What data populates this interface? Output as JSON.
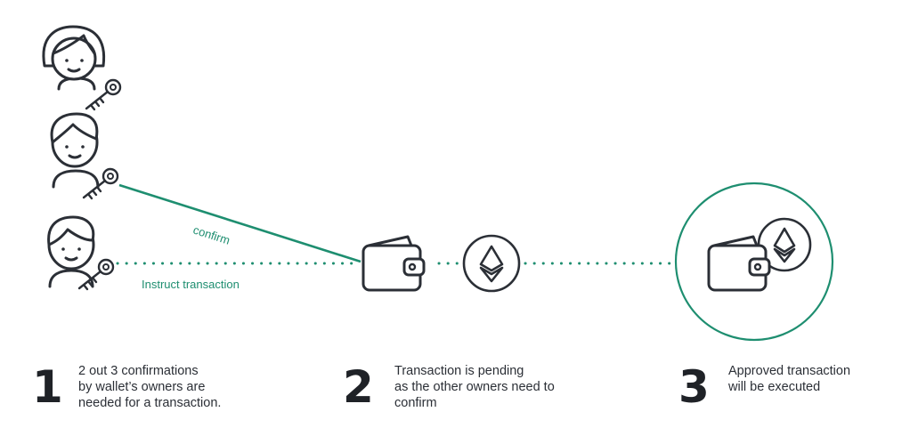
{
  "diagram": {
    "connector_labels": {
      "confirm": "confirm",
      "instruct": "Instruct transaction"
    },
    "colors": {
      "accent": "#1e8e70",
      "outline": "#2b2f36",
      "background": "#ffffff"
    },
    "icons": [
      "woman-avatar-icon",
      "man-avatar-icon",
      "man-avatar-icon",
      "key-icon",
      "wallet-icon",
      "ethereum-icon"
    ]
  },
  "steps": [
    {
      "number": "1",
      "lines": [
        "2 out 3 confirmations",
        "by wallet’s owners are",
        "needed for a transaction."
      ]
    },
    {
      "number": "2",
      "lines": [
        "Transaction is pending",
        "as the other owners need to",
        "confirm"
      ]
    },
    {
      "number": "3",
      "lines": [
        "Approved transaction",
        "will be executed"
      ]
    }
  ]
}
